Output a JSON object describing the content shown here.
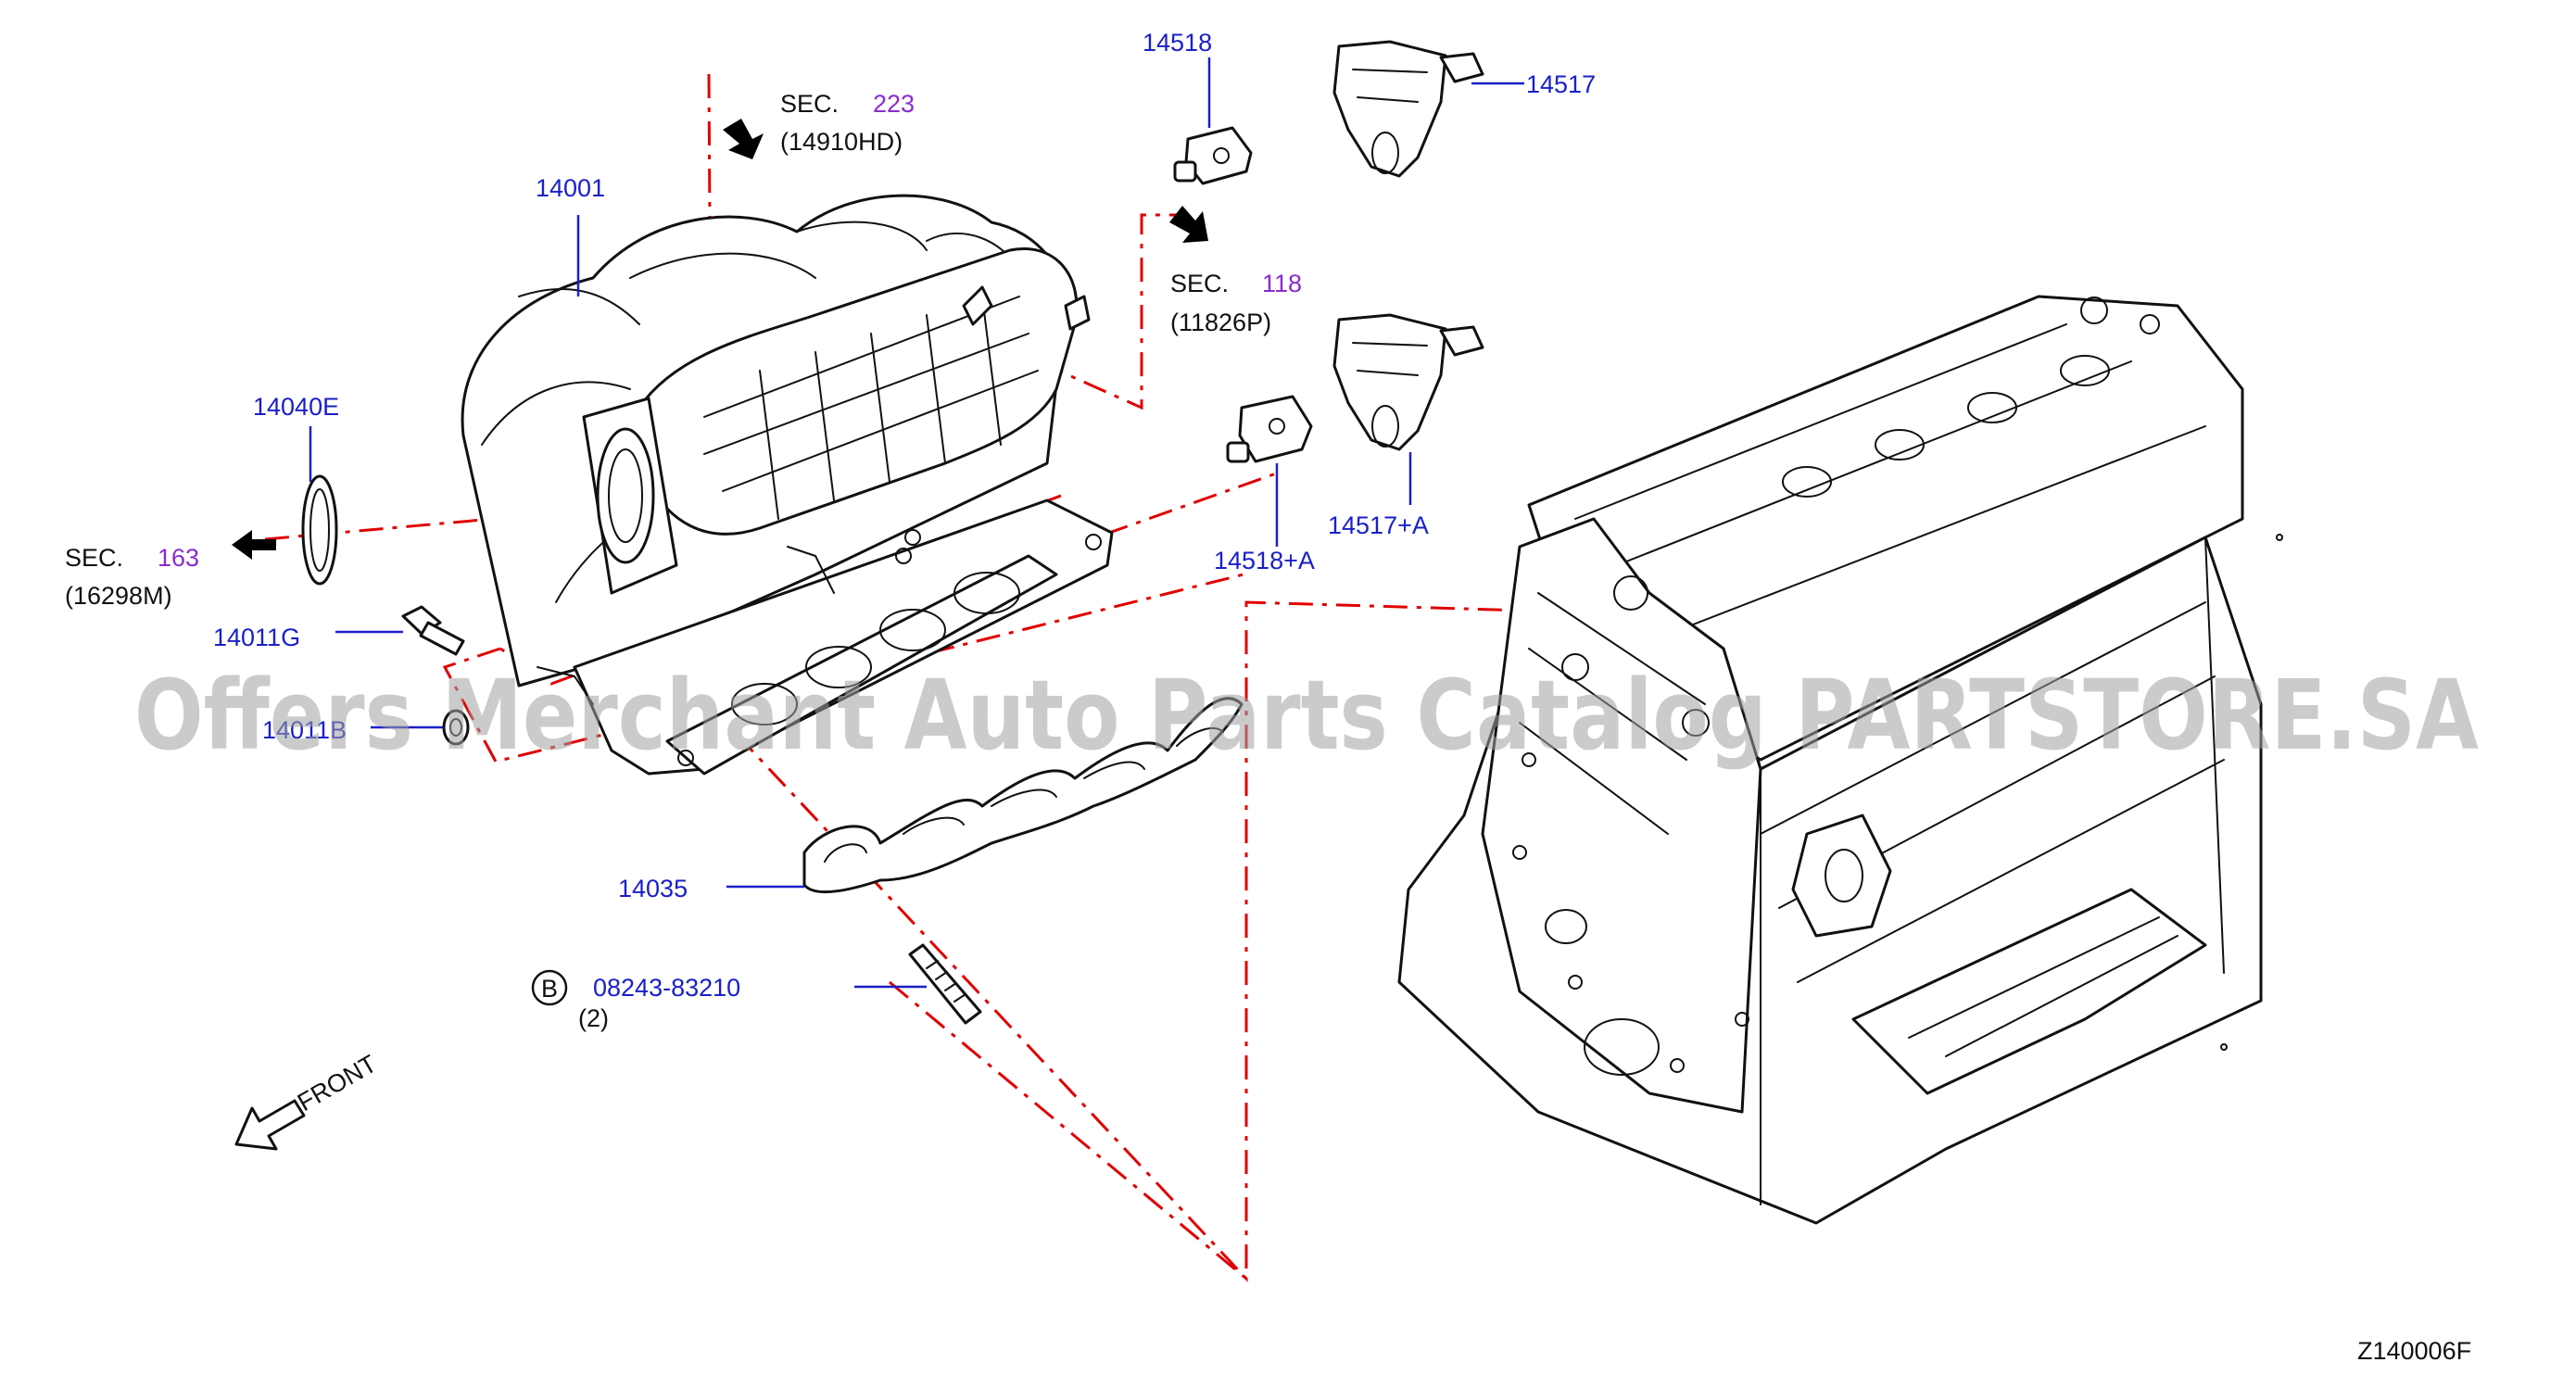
{
  "parts": {
    "p14001": "14001",
    "p14040E": "14040E",
    "p14011G": "14011G",
    "p14011B": "14011B",
    "p14035": "14035",
    "p14518": "14518",
    "p14517": "14517",
    "p14518A": "14518+A",
    "p14517A": "14517+A"
  },
  "bolt_ref": {
    "circle": "B",
    "number": "08243-83210",
    "qty": "(2)"
  },
  "sections": [
    {
      "prefix": "SEC.",
      "num": "223",
      "code": "(14910HD)"
    },
    {
      "prefix": "SEC.",
      "num": "118",
      "code": "(11826P)"
    },
    {
      "prefix": "SEC.",
      "num": "163",
      "code": "(16298M)"
    }
  ],
  "front_label": "FRONT",
  "figure_code": "Z140006F",
  "watermark": "Offers Merchant Auto Parts Catalog PARTSTORE.SA",
  "colors": {
    "part_label": "#1a20c8",
    "sec_number": "#8a2bd0",
    "leader_dash": "#e00000"
  }
}
